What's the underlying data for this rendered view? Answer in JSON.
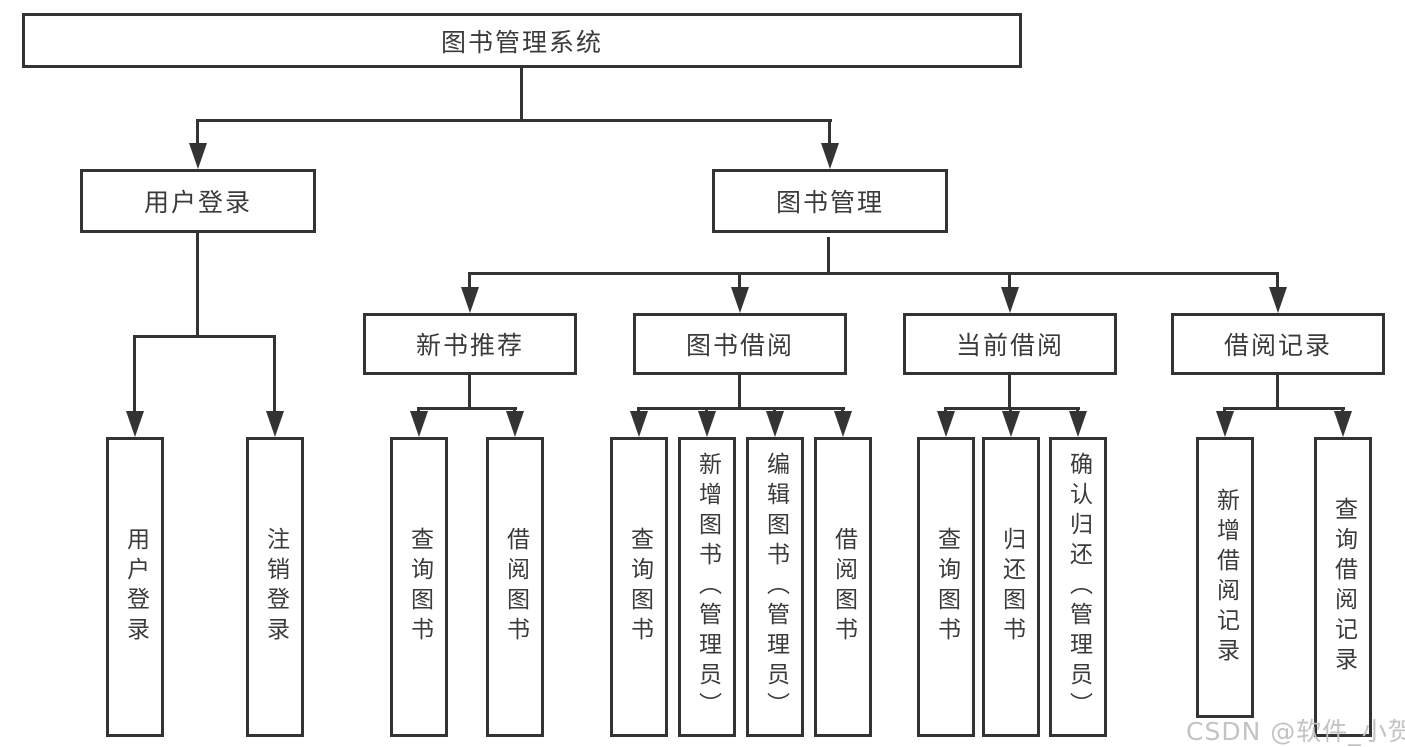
{
  "diagram": {
    "watermark": "CSDN @软件_小贺同学",
    "colors": {
      "line": "#333333",
      "text": "#3b3b3b",
      "watermark": "#c3c3c3",
      "background": "#ffffff"
    },
    "nodes": {
      "root": {
        "label": "图书管理系统"
      },
      "user_login": {
        "label": "用户登录"
      },
      "book_management": {
        "label": "图书管理"
      },
      "new_book_recommend": {
        "label": "新书推荐"
      },
      "book_borrow": {
        "label": "图书借阅"
      },
      "current_borrow": {
        "label": "当前借阅"
      },
      "borrow_records": {
        "label": "借阅记录"
      },
      "leaf_user_login": {
        "label": "用户登录"
      },
      "leaf_logout": {
        "label": "注销登录"
      },
      "leaf_query_books_1": {
        "label": "查询图书"
      },
      "leaf_borrow_books_1": {
        "label": "借阅图书"
      },
      "leaf_query_books_2": {
        "label": "查询图书"
      },
      "leaf_add_book_admin": {
        "label": "新增图书（管理员）"
      },
      "leaf_edit_book_admin": {
        "label": "编辑图书（管理员）"
      },
      "leaf_borrow_books_2": {
        "label": "借阅图书"
      },
      "leaf_query_books_3": {
        "label": "查询图书"
      },
      "leaf_return_books": {
        "label": "归还图书"
      },
      "leaf_confirm_return_admin": {
        "label": "确认归还（管理员）"
      },
      "leaf_add_borrow_record": {
        "label": "新增借阅记录"
      },
      "leaf_query_borrow_record": {
        "label": "查询借阅记录"
      }
    }
  }
}
